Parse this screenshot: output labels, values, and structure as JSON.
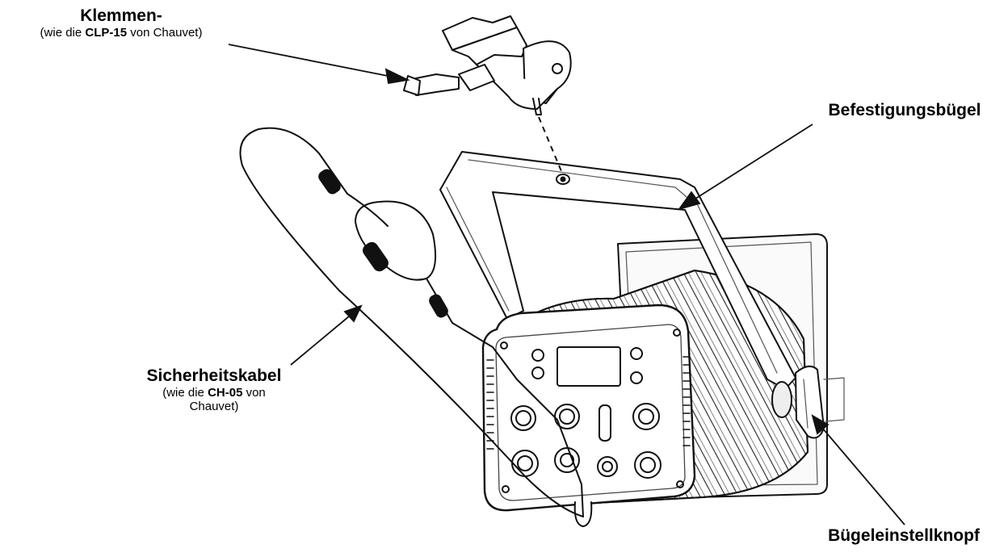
{
  "labels": {
    "clamp": {
      "title": "Klemmen-",
      "sub_prefix": "(wie die ",
      "sub_bold": "CLP-15",
      "sub_suffix": " von Chauvet)"
    },
    "bracket": {
      "title": "Befestigungsbügel"
    },
    "cable": {
      "title": "Sicherheitskabel",
      "sub_prefix": "(wie die ",
      "sub_bold": "CH-05",
      "sub_suffix": " von",
      "sub_line2": "Chauvet)"
    },
    "knob": {
      "title": "Bügeleinstellknopf"
    }
  }
}
